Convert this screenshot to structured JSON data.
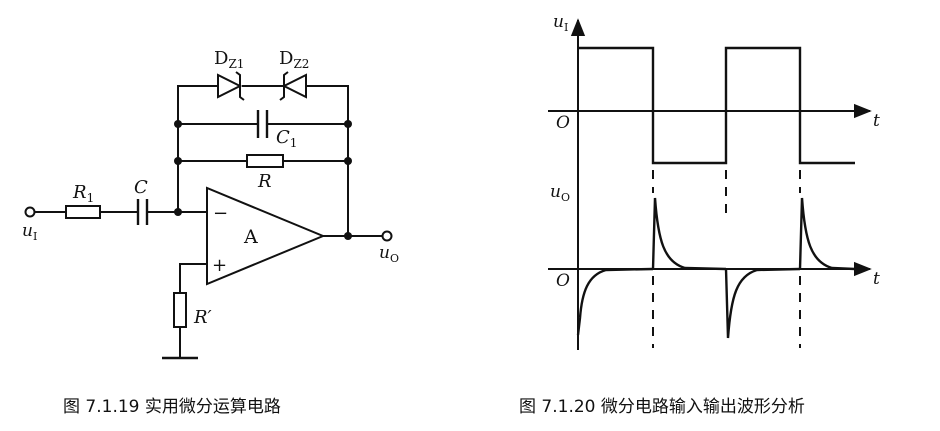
{
  "figure_left": {
    "caption": "图 7.1.19   实用微分运算电路",
    "labels": {
      "dz1": "D",
      "dz1_sub": "Z1",
      "dz2": "D",
      "dz2_sub": "Z2",
      "c1": "C",
      "c1_sub": "1",
      "r": "R",
      "r1": "R",
      "r1_sub": "1",
      "c": "C",
      "amp": "A",
      "minus": "−",
      "plus": "+",
      "r_prime": "R′",
      "ui": "u",
      "ui_sub": "I",
      "uo": "u",
      "uo_sub": "O"
    }
  },
  "figure_right": {
    "caption": "图 7.1.20   微分电路输入输出波形分析",
    "labels": {
      "ui": "u",
      "ui_sub": "I",
      "uo": "u",
      "uo_sub": "O",
      "origin_top": "O",
      "origin_bottom": "O",
      "t_top": "t",
      "t_bottom": "t"
    }
  }
}
